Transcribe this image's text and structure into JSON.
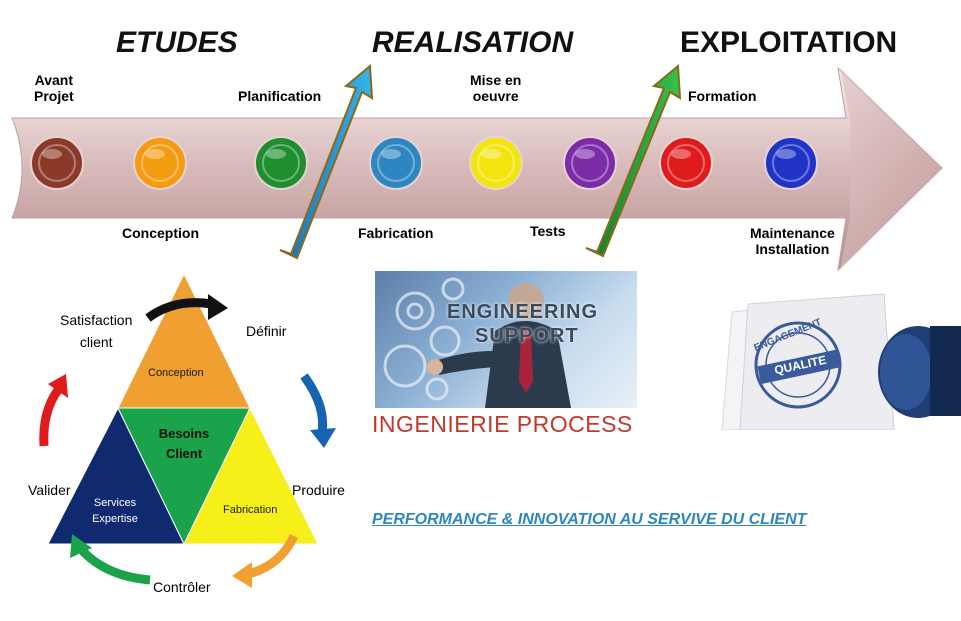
{
  "phases": {
    "etudes": "ETUDES",
    "realisation": "REALISATION",
    "exploitation": "EXPLOITATION"
  },
  "timeline_steps": {
    "avant_projet": [
      "Avant",
      "Projet"
    ],
    "conception": "Conception",
    "planification": "Planification",
    "fabrication": "Fabrication",
    "mise_en_oeuvre": [
      "Mise en",
      "oeuvre"
    ],
    "tests": "Tests",
    "formation": "Formation",
    "maintenance_installation": [
      "Maintenance",
      "Installation"
    ]
  },
  "timeline_colors": [
    "#8b3a2a",
    "#f39c12",
    "#1e8e2e",
    "#2e86c1",
    "#f1e40f",
    "#7d2ca8",
    "#e01b1b",
    "#2233c8"
  ],
  "triangle": {
    "top": "Conception",
    "center": [
      "Besoins",
      "Client"
    ],
    "left": [
      "Services",
      "Expertise"
    ],
    "right": "Fabrication",
    "colors": {
      "top": "#f0a030",
      "center": "#1aa34a",
      "left": "#0f2a6e",
      "right": "#f7ef1a"
    }
  },
  "cycle_labels": {
    "satisfaction": [
      "Satisfaction",
      "client"
    ],
    "definir": "Définir",
    "produire": "Produire",
    "controler": "Contrôler",
    "valider": "Valider"
  },
  "photo": {
    "line1": "ENGINEERING",
    "line2": "SUPPORT"
  },
  "caption": "INGENIERIE PROCESS",
  "tagline": "PERFORMANCE &  INNOVATION AU SERVIVE DU CLIENT",
  "stamp": {
    "text_top": "ENGAGEMENT",
    "text_band": "QUALITE"
  }
}
